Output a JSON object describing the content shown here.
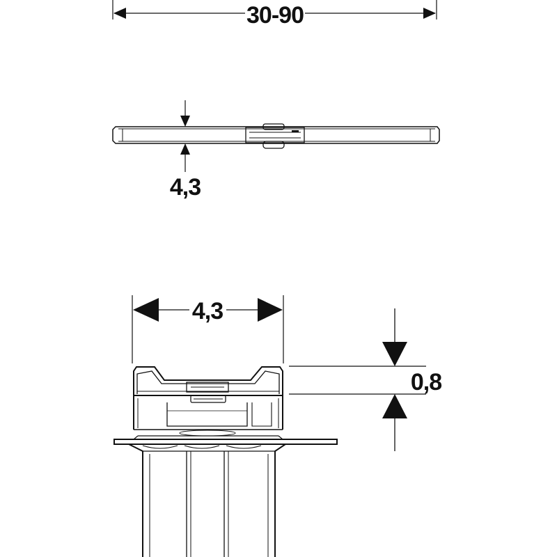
{
  "dimensions": {
    "overall_length": "30-90",
    "top_view_height": "4,3",
    "section_width": "4,3",
    "frame_offset": "0,8"
  }
}
